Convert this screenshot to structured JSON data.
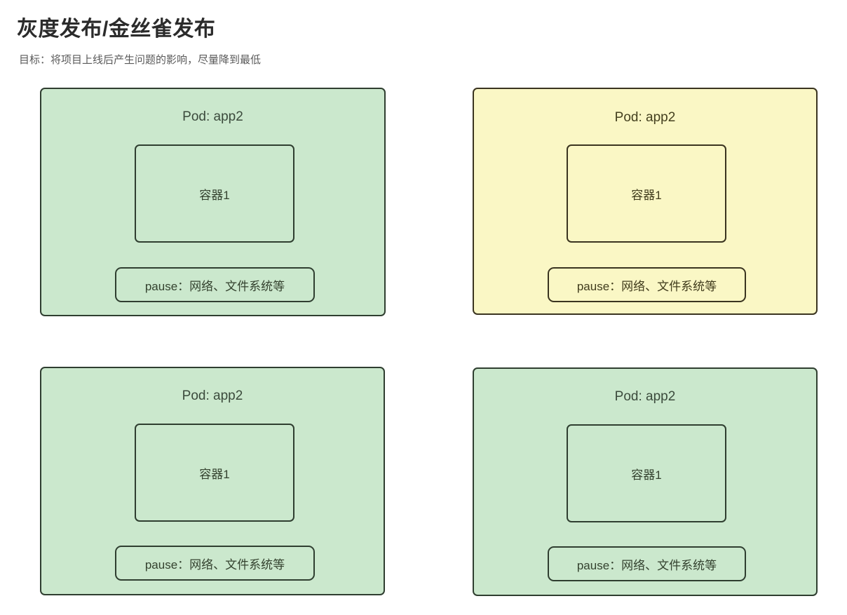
{
  "header": {
    "title": "灰度发布/金丝雀发布",
    "subtitle": "目标：将项目上线后产生问题的影响，尽量降到最低"
  },
  "colors": {
    "green_fill": "#cbe8cd",
    "green_stroke": "#2f3e30",
    "yellow_fill": "#faf7c5",
    "yellow_stroke": "#3a3420",
    "background": "#ffffff",
    "title_text": "#2b2b2b",
    "subtitle_text": "#5a5a5a"
  },
  "pods": [
    {
      "id": "pod-top-left",
      "variant": "green",
      "pod_label": "Pod: app2",
      "container_label": "容器1",
      "pause_label": "pause：网络、文件系统等"
    },
    {
      "id": "pod-top-right",
      "variant": "yellow",
      "pod_label": "Pod: app2",
      "container_label": "容器1",
      "pause_label": "pause：网络、文件系统等"
    },
    {
      "id": "pod-bottom-left",
      "variant": "green",
      "pod_label": "Pod: app2",
      "container_label": "容器1",
      "pause_label": "pause：网络、文件系统等"
    },
    {
      "id": "pod-bottom-right",
      "variant": "green",
      "pod_label": "Pod: app2",
      "container_label": "容器1",
      "pause_label": "pause：网络、文件系统等"
    }
  ]
}
